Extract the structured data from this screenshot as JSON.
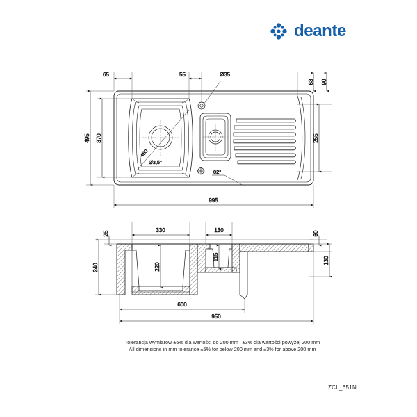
{
  "brand": {
    "name": "deante",
    "logo_icon": "deante-pinwheel-icon",
    "color": "#1560a8"
  },
  "drawing": {
    "model_code": "ZCL_651N",
    "line_color": "#1a1a1a",
    "top_view": {
      "dimensions": {
        "left_offset": "65",
        "tap_hole_offset": "55",
        "tap_hole_dia": "Ø35",
        "right_offset_inner": "63",
        "right_offset_outer": "90",
        "height_total": "495",
        "height_bowl": "370",
        "height_right": "255",
        "bowl_diagonal": "450",
        "drain_dia": "Ø3,5°",
        "angle_note": "02°"
      },
      "overall_width": "995"
    },
    "section_view": {
      "dimensions": {
        "bowl_width": "330",
        "small_bowl_width": "130",
        "top_flange": "25",
        "total_depth": "240",
        "bowl_depth": "220",
        "small_bowl_depth": "115",
        "right_top": "60",
        "right_depth": "130",
        "cutout_inner": "600",
        "cutout_outer": "950"
      }
    }
  },
  "notes": {
    "tolerance_pl": "Tolerancja wymiarów ±5% dla wartości do 200 mm i ±3% dla wartości powyżej 200 mm",
    "tolerance_en": "All dimensions in mm tolerance ±5% for below 200 mm and ±3% for above 200 mm"
  }
}
